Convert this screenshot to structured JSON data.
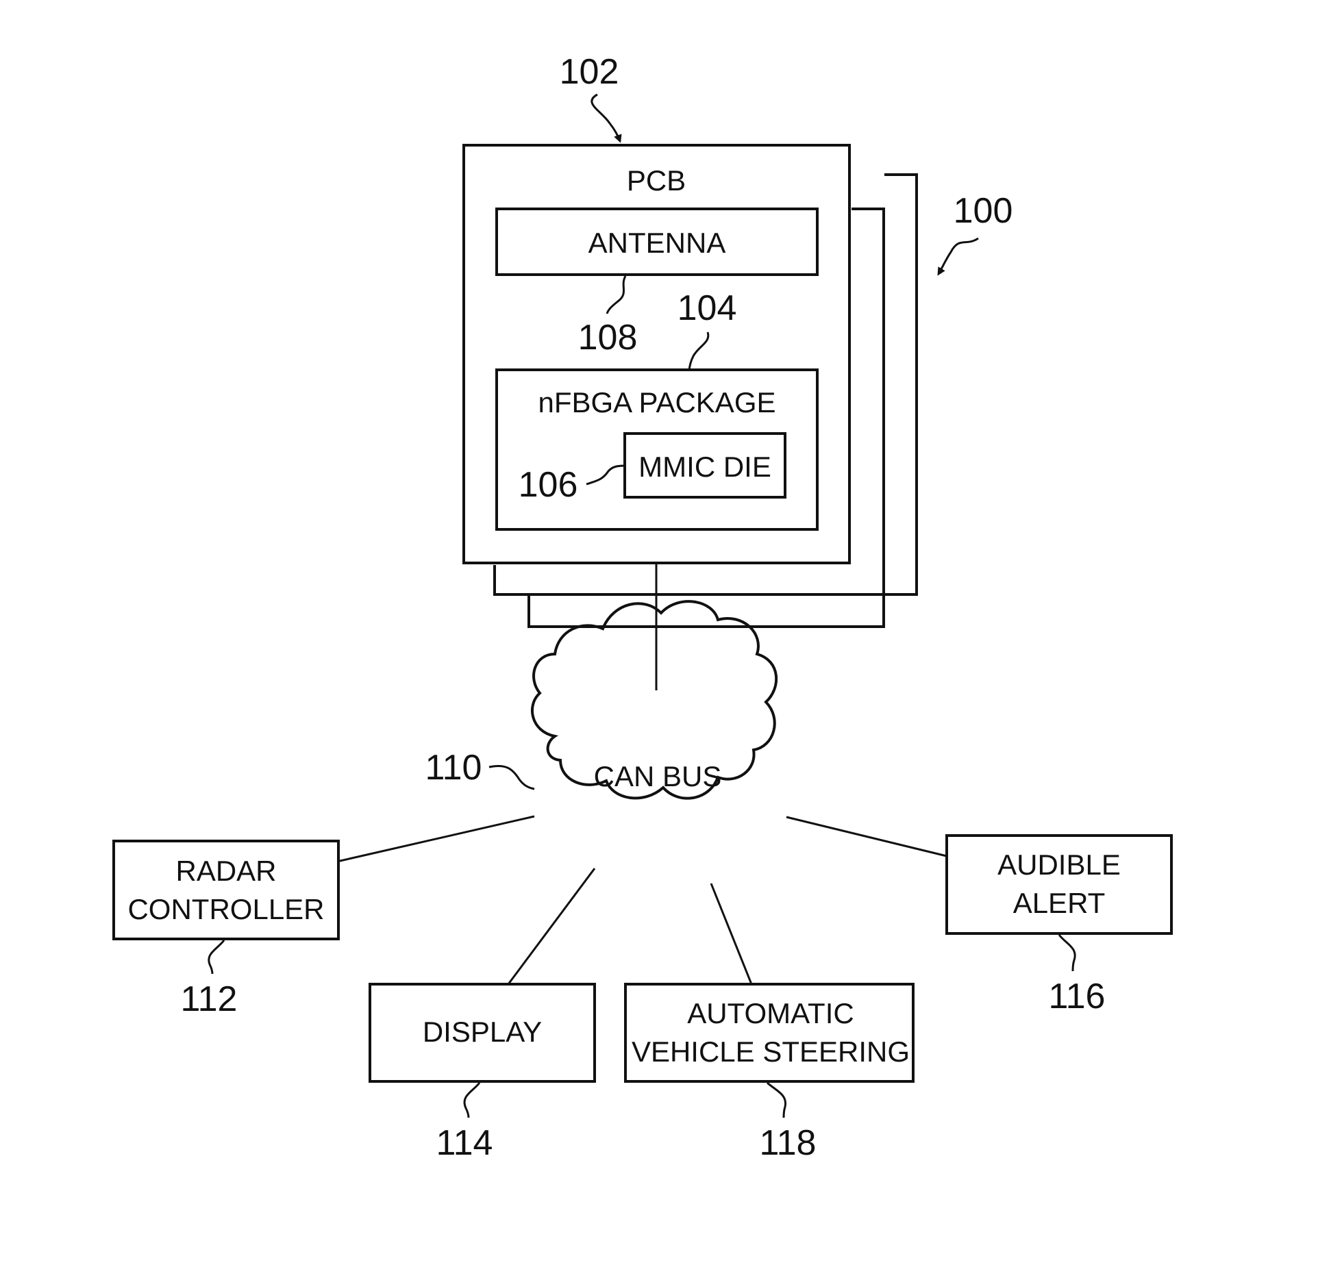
{
  "diagram": {
    "pcb_label": "PCB",
    "antenna_label": "ANTENNA",
    "package_label": "nFBGA PACKAGE",
    "die_label": "MMIC DIE",
    "bus_label": "CAN BUS",
    "radar_controller": [
      "RADAR",
      "CONTROLLER"
    ],
    "display_label": "DISPLAY",
    "steering": [
      "AUTOMATIC",
      "VEHICLE STEERING"
    ],
    "audible_alert": [
      "AUDIBLE",
      "ALERT"
    ]
  },
  "refs": {
    "system": "100",
    "pcb": "102",
    "package": "104",
    "die": "106",
    "antenna": "108",
    "bus": "110",
    "radar_controller": "112",
    "display": "114",
    "audible_alert": "116",
    "steering": "118"
  },
  "colors": {
    "line": "#111111",
    "background": "#ffffff"
  }
}
